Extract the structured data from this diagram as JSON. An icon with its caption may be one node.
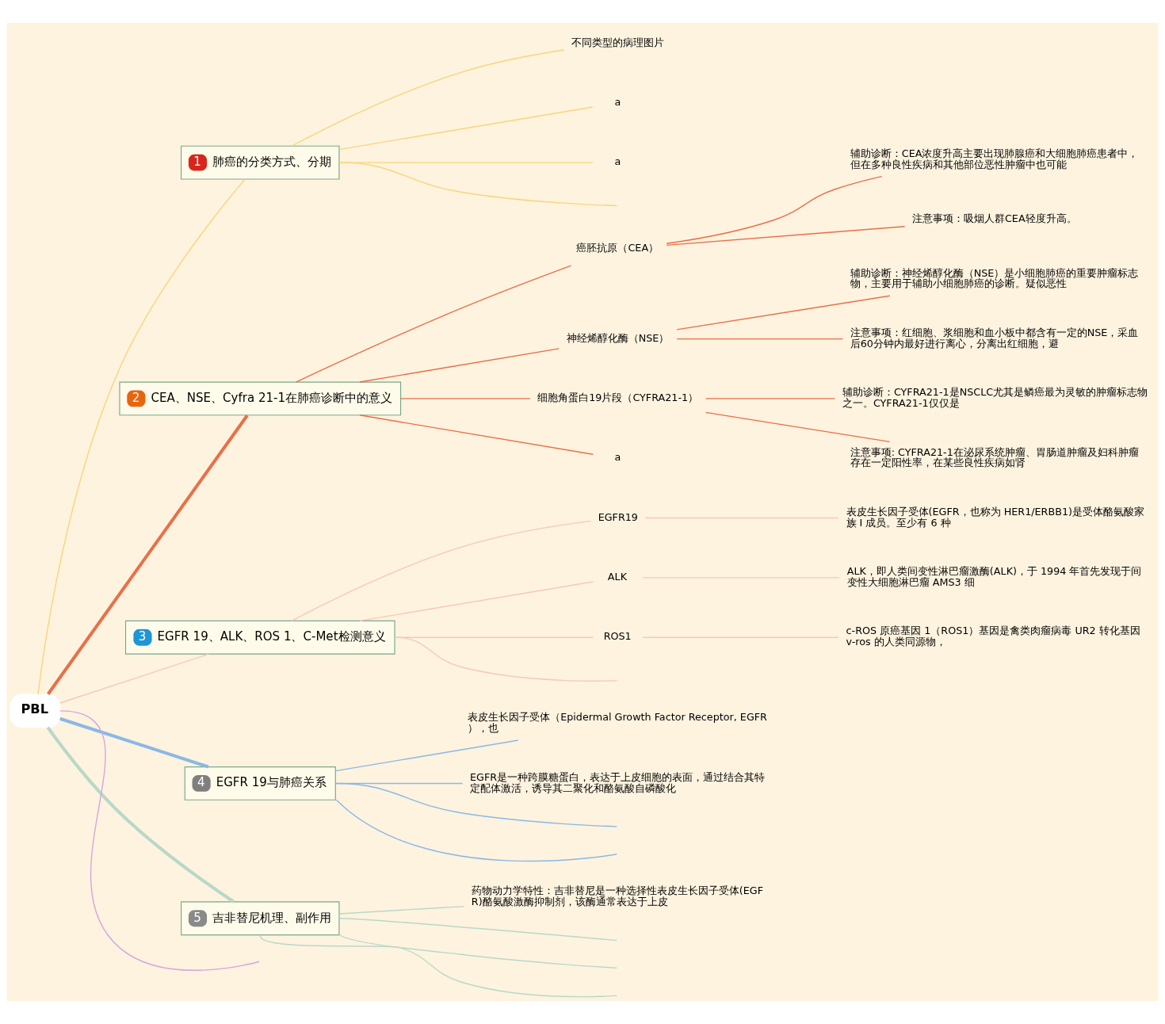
{
  "diagram": {
    "nodes": [
      {
        "text": [
          "PBL"
        ]
      },
      {
        "text": [
          "1",
          "肺癌的分类方式、分期"
        ]
      },
      {
        "text": [
          "不同类型的病理图片"
        ]
      },
      {
        "text": [
          "a"
        ]
      },
      {
        "text": [
          "a"
        ]
      },
      {
        "text": [
          "2",
          "CEA、NSE、Cyfra 21-1在肺癌诊断中的意义"
        ]
      },
      {
        "text": [
          "癌胚抗原（CEA）"
        ]
      },
      {
        "text": [
          "辅助诊断：CEA浓度升高主要出现肺腺癌和大细胞肺癌患者中，但在多种良性疾病和其他部位恶性肿瘤中也可能"
        ]
      },
      {
        "text": [
          "注意事项：吸烟人群CEA轻度升高。"
        ]
      },
      {
        "text": [
          "神经烯醇化酶（NSE）"
        ]
      },
      {
        "text": [
          "辅助诊断：神经烯醇化酶（NSE）是小细胞肺癌的重要肿瘤标志物，主要用于辅助小细胞肺癌的诊断。疑似恶性"
        ]
      },
      {
        "text": [
          "注意事项：红细胞、浆细胞和血小板中都含有一定的NSE，采血后60分钟内最好进行离心，分离出红细胞，避"
        ]
      },
      {
        "text": [
          "细胞角蛋白19片段（CYFRA21-1）"
        ]
      },
      {
        "text": [
          "辅助诊断：CYFRA21-1是NSCLC尤其是鳞癌最为灵敏的肿瘤标志物之一。CYFRA21-1仅仅是"
        ]
      },
      {
        "text": [
          "注意事项: CYFRA21-1在泌尿系统肿瘤、胃肠道肿瘤及妇科肿瘤存在一定阳性率，在某些良性疾病如肾"
        ]
      },
      {
        "text": [
          "a"
        ]
      },
      {
        "text": [
          "3",
          "EGFR 19、ALK、ROS 1、C-Met检测意义"
        ]
      },
      {
        "text": [
          "EGFR19"
        ]
      },
      {
        "text": [
          "表皮生长因子受体(EGFR，也称为 HER1/ERBB1)是受体酪氨酸家族 I 成员。至少有 6 种"
        ]
      },
      {
        "text": [
          "ALK"
        ]
      },
      {
        "text": [
          "ALK，即人类间变性淋巴瘤激酶(ALK)，于 1994 年首先发现于间变性大细胞淋巴瘤 AMS3 细"
        ]
      },
      {
        "text": [
          "ROS1"
        ]
      },
      {
        "text": [
          "c-ROS 原癌基因 1（ROS1）基因是禽类肉瘤病毒 UR2 转化基因 v-ros 的人类同源物，"
        ]
      },
      {
        "text": [
          "4",
          "EGFR 19与肺癌关系"
        ]
      },
      {
        "text": [
          "表皮生长因子受体（Epidermal Growth Factor Receptor, EGFR），也"
        ]
      },
      {
        "text": [
          "EGFR是一种跨膜糖蛋白，表达于上皮细胞的表面，通过结合其特定配体激活，诱导其二聚化和酪氨酸自磷酸化"
        ]
      },
      {
        "text": [
          "5",
          "吉非替尼机理、副作用"
        ]
      },
      {
        "text": [
          "药物动力学特性：吉非替尼是一种选择性表皮生长因子受体(EGFR)酪氨酸激酶抑制剂，该酶通常表达于上皮"
        ]
      }
    ],
    "edges": [
      {
        "from": 0,
        "to": 1,
        "arrow": "none",
        "color": "#f9d57a"
      },
      {
        "from": 1,
        "to": 2,
        "arrow": "none",
        "color": "#f9d57a"
      },
      {
        "from": 1,
        "to": 3,
        "arrow": "none",
        "color": "#f9d57a"
      },
      {
        "from": 1,
        "to": 4,
        "arrow": "none",
        "color": "#f9d57a"
      },
      {
        "from": 1,
        "to": null,
        "arrow": "none",
        "color": "#f9d57a"
      },
      {
        "from": 0,
        "to": 5,
        "arrow": "none",
        "style": "thick",
        "color": "#e8704a"
      },
      {
        "from": 5,
        "to": 6,
        "arrow": "none",
        "color": "#e8704a"
      },
      {
        "from": 6,
        "to": 7,
        "arrow": "none",
        "color": "#e8704a"
      },
      {
        "from": 6,
        "to": 8,
        "arrow": "none",
        "color": "#e8704a"
      },
      {
        "from": 5,
        "to": 9,
        "arrow": "none",
        "color": "#e8704a"
      },
      {
        "from": 9,
        "to": 10,
        "arrow": "none",
        "color": "#e8704a"
      },
      {
        "from": 9,
        "to": 11,
        "arrow": "none",
        "color": "#e8704a"
      },
      {
        "from": 5,
        "to": 12,
        "arrow": "none",
        "color": "#e8704a"
      },
      {
        "from": 12,
        "to": 13,
        "arrow": "none",
        "color": "#e8704a"
      },
      {
        "from": 12,
        "to": 14,
        "arrow": "none",
        "color": "#e8704a"
      },
      {
        "from": 5,
        "to": 15,
        "arrow": "none",
        "color": "#e8704a"
      },
      {
        "from": 0,
        "to": 16,
        "arrow": "none",
        "color": "#f5c9b8"
      },
      {
        "from": 16,
        "to": 17,
        "arrow": "none",
        "color": "#f5c9b8"
      },
      {
        "from": 17,
        "to": 18,
        "arrow": "none",
        "color": "#f5c9b8"
      },
      {
        "from": 16,
        "to": 19,
        "arrow": "none",
        "color": "#f5c9b8"
      },
      {
        "from": 19,
        "to": 20,
        "arrow": "none",
        "color": "#f5c9b8"
      },
      {
        "from": 16,
        "to": 21,
        "arrow": "none",
        "color": "#f5c9b8"
      },
      {
        "from": 21,
        "to": 22,
        "arrow": "none",
        "color": "#f5c9b8"
      },
      {
        "from": 16,
        "to": null,
        "arrow": "none",
        "color": "#f5c9b8"
      },
      {
        "from": 0,
        "to": 23,
        "arrow": "none",
        "style": "thick",
        "color": "#8ab8e6"
      },
      {
        "from": 23,
        "to": 24,
        "arrow": "none",
        "color": "#8ab8e6"
      },
      {
        "from": 23,
        "to": 25,
        "arrow": "none",
        "color": "#8ab8e6"
      },
      {
        "from": 23,
        "to": null,
        "arrow": "none",
        "color": "#8ab8e6"
      },
      {
        "from": 23,
        "to": null,
        "arrow": "none",
        "color": "#8ab8e6"
      },
      {
        "from": 0,
        "to": 26,
        "arrow": "none",
        "style": "thick",
        "color": "#b8d8c8"
      },
      {
        "from": 26,
        "to": 27,
        "arrow": "none",
        "color": "#b8d8c8"
      },
      {
        "from": 26,
        "to": null,
        "arrow": "none",
        "color": "#b8d8c8"
      },
      {
        "from": 26,
        "to": null,
        "arrow": "none",
        "color": "#b8d8c8"
      },
      {
        "from": 26,
        "to": null,
        "arrow": "none",
        "color": "#b8d8c8"
      },
      {
        "from": 0,
        "to": null,
        "arrow": "none",
        "color": "#d4a5e0"
      }
    ]
  }
}
